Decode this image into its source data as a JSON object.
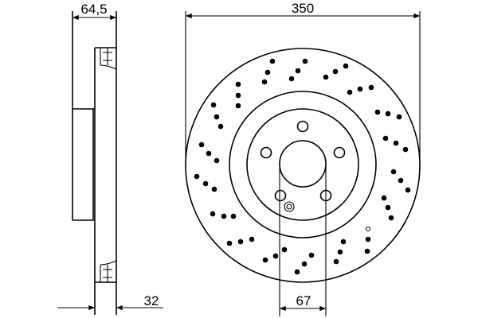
{
  "dimensions": {
    "overall_height": "64,5",
    "diameter": "350",
    "thickness": "32",
    "center_bore": "67"
  },
  "colors": {
    "line": "#000000",
    "background": "#ffffff"
  },
  "disc": {
    "bolt_holes": 5,
    "drilled_pattern": "cross-drilled"
  }
}
